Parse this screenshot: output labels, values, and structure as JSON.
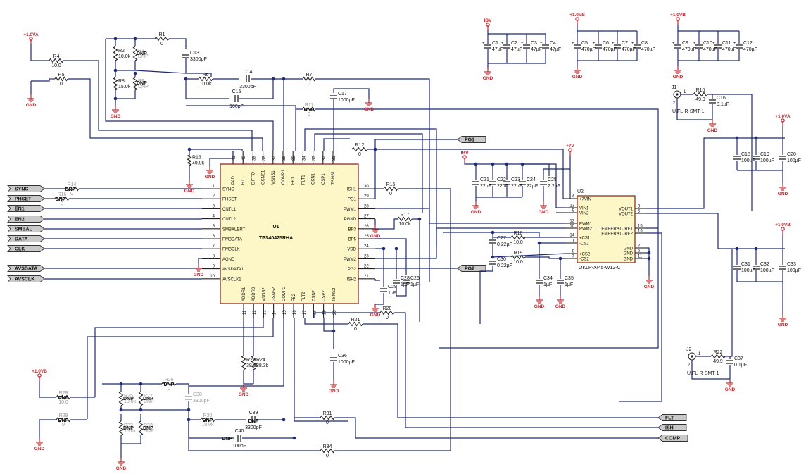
{
  "ic_u1": {
    "ref": "U1",
    "part": "TPS40425RHA",
    "left_pins": [
      {
        "num": "1",
        "name": "SYNC"
      },
      {
        "num": "2",
        "name": "PHSET"
      },
      {
        "num": "3",
        "name": "CNTL1"
      },
      {
        "num": "4",
        "name": "CNTL2"
      },
      {
        "num": "5",
        "name": "SMBALERT"
      },
      {
        "num": "6",
        "name": "PMBDATA"
      },
      {
        "num": "7",
        "name": "PMBCLK"
      },
      {
        "num": "8",
        "name": "AGND"
      },
      {
        "num": "9",
        "name": "AVSDATA1"
      },
      {
        "num": "10",
        "name": "AVSCLK1"
      }
    ],
    "top_pins": [
      {
        "num": "41",
        "name": "PAD"
      },
      {
        "num": "40",
        "name": "RT"
      },
      {
        "num": "39",
        "name": "DIFFO"
      },
      {
        "num": "38",
        "name": "GSNS1"
      },
      {
        "num": "37",
        "name": "VSNS1"
      },
      {
        "num": "36",
        "name": "COMP1"
      },
      {
        "num": "35",
        "name": "FB1"
      },
      {
        "num": "34",
        "name": "FLT1"
      },
      {
        "num": "33",
        "name": "CSN1"
      },
      {
        "num": "32",
        "name": "CSP1"
      },
      {
        "num": "31",
        "name": "TSNS1"
      }
    ],
    "right_pins": [
      {
        "num": "30",
        "name": "ISH1"
      },
      {
        "num": "29",
        "name": "PG1"
      },
      {
        "num": "28",
        "name": "PWM1"
      },
      {
        "num": "27",
        "name": "PGND"
      },
      {
        "num": "26",
        "name": "BP3"
      },
      {
        "num": "25",
        "name": "BP5"
      },
      {
        "num": "24",
        "name": "VDD"
      },
      {
        "num": "23",
        "name": "PWM2"
      },
      {
        "num": "22",
        "name": "PG2"
      },
      {
        "num": "21",
        "name": "ISH2"
      }
    ],
    "bottom_pins": [
      {
        "num": "11",
        "name": "ADDR1"
      },
      {
        "num": "12",
        "name": "ADDR0"
      },
      {
        "num": "13",
        "name": "VSNS2"
      },
      {
        "num": "14",
        "name": "GSNS2"
      },
      {
        "num": "15",
        "name": "COMP2"
      },
      {
        "num": "16",
        "name": "FB2"
      },
      {
        "num": "17",
        "name": "FLT2"
      },
      {
        "num": "18",
        "name": "CSN2"
      },
      {
        "num": "19",
        "name": "CSP2"
      },
      {
        "num": "20",
        "name": "TSNS2"
      }
    ]
  },
  "ic_u2": {
    "ref": "U2",
    "part": "OKLP-X/45-W12-C",
    "left_pins": [
      {
        "num": "4",
        "name": "+7VIN"
      },
      {
        "num": "13",
        "name": "VIN1"
      },
      {
        "num": "9",
        "name": "VIN2"
      },
      {
        "num": "12",
        "name": "PWM1"
      },
      {
        "num": "10",
        "name": "PWM2"
      },
      {
        "num": "14",
        "name": "+CS1"
      },
      {
        "num": "1",
        "name": "-CS1"
      },
      {
        "num": "8",
        "name": "+CS2"
      },
      {
        "num": "7",
        "name": "-CS2"
      }
    ],
    "right_pins": [
      {
        "num": "3",
        "name": "VOUT1"
      },
      {
        "num": "5",
        "name": "VOUT2"
      },
      {
        "num": "15",
        "name": "TEMPERATURE1"
      },
      {
        "num": "16",
        "name": "TEMPERATURE2"
      },
      {
        "num": "2",
        "name": "GND"
      },
      {
        "num": "6",
        "name": "GND"
      },
      {
        "num": "11",
        "name": "GND"
      }
    ]
  },
  "ports_left": [
    "SYNC",
    "PHSET",
    "EN1",
    "EN2",
    "SMBAL",
    "DATA",
    "CLK",
    "AVSDATA",
    "AVSCLK"
  ],
  "ports_right": [
    "PG1",
    "PG2",
    "FLT",
    "ISH",
    "COMP"
  ],
  "rails": {
    "v10va_1": "+1.0VA",
    "v10va_2": "+1.0VA",
    "v10vb_1": "+1.0VB",
    "v10vb_2": "+1.0VB",
    "v10vb_3": "+1.0VB",
    "ibv_1": "IBV",
    "ibv_2": "IBV",
    "v7_1": "+7V"
  },
  "gnd_label": "GND",
  "dnp": "DNP",
  "parts": {
    "R1": {
      "ref": "R1",
      "val": "0"
    },
    "R2": {
      "ref": "R2",
      "val": "10.0k"
    },
    "R3": {
      "ref": "R3",
      "val": "DNP"
    },
    "R4": {
      "ref": "R4",
      "val": "10.0"
    },
    "R5": {
      "ref": "R5",
      "val": "0"
    },
    "R6": {
      "ref": "R6",
      "val": "10.0k"
    },
    "R7": {
      "ref": "R7",
      "val": "0"
    },
    "R8": {
      "ref": "R8",
      "val": "15.0k"
    },
    "R9": {
      "ref": "R9",
      "val": "DNP"
    },
    "R10": {
      "ref": "R10",
      "val": "49.9"
    },
    "R11": {
      "ref": "R11",
      "val": "0"
    },
    "R12": {
      "ref": "R12",
      "val": "0"
    },
    "R13": {
      "ref": "R13",
      "val": "49.9k"
    },
    "R14": {
      "ref": "R14",
      "val": "0"
    },
    "R15": {
      "ref": "R15",
      "val": "0"
    },
    "R16": {
      "ref": "R16",
      "val": "0"
    },
    "R17": {
      "ref": "R17",
      "val": "10.0k"
    },
    "R18": {
      "ref": "R18",
      "val": "10.0"
    },
    "R19": {
      "ref": "R19",
      "val": "10.0"
    },
    "R20": {
      "ref": "R20",
      "val": "0"
    },
    "R21": {
      "ref": "R21",
      "val": "0"
    },
    "R22": {
      "ref": "R22",
      "val": "49.9"
    },
    "R23": {
      "ref": "R23",
      "val": "38.3k"
    },
    "R24": {
      "ref": "R24",
      "val": "38.3k"
    },
    "R25": {
      "ref": "R25",
      "val": "10.0k"
    },
    "R26": {
      "ref": "R26",
      "val": "0"
    },
    "R27": {
      "ref": "R27",
      "val": "DNP"
    },
    "R28": {
      "ref": "R28",
      "val": "10.0"
    },
    "R29": {
      "ref": "R29",
      "val": "0"
    },
    "R30": {
      "ref": "R30",
      "val": "10.0k"
    },
    "R31": {
      "ref": "R31",
      "val": "0"
    },
    "R32": {
      "ref": "R32",
      "val": "15.0k"
    },
    "R33": {
      "ref": "R33",
      "val": "DNP"
    },
    "R34": {
      "ref": "R34",
      "val": "0"
    },
    "C1": {
      "ref": "C1",
      "val": "47µF"
    },
    "C2": {
      "ref": "C2",
      "val": "47µF"
    },
    "C3": {
      "ref": "C3",
      "val": "47µF"
    },
    "C4": {
      "ref": "C4",
      "val": "47µF"
    },
    "C5": {
      "ref": "C5",
      "val": "470µF"
    },
    "C6": {
      "ref": "C6",
      "val": "470µF"
    },
    "C7": {
      "ref": "C7",
      "val": "470µF"
    },
    "C8": {
      "ref": "C8",
      "val": "470µF"
    },
    "C9": {
      "ref": "C9",
      "val": "470µF"
    },
    "C10": {
      "ref": "C10",
      "val": "470µF"
    },
    "C11": {
      "ref": "C11",
      "val": "470µF"
    },
    "C12": {
      "ref": "C12",
      "val": "470µF"
    },
    "C13": {
      "ref": "C13",
      "val": "3300pF"
    },
    "C14": {
      "ref": "C14",
      "val": "3300pF"
    },
    "C15": {
      "ref": "C15",
      "val": "100pF"
    },
    "C16": {
      "ref": "C16",
      "val": "0.1µF"
    },
    "C17": {
      "ref": "C17",
      "val": "1000pF"
    },
    "C18": {
      "ref": "C18",
      "val": "100µF"
    },
    "C19": {
      "ref": "C19",
      "val": "100µF"
    },
    "C20": {
      "ref": "C20",
      "val": "100µF"
    },
    "C21": {
      "ref": "C21",
      "val": "22µF"
    },
    "C22": {
      "ref": "C22",
      "val": "22µF"
    },
    "C23": {
      "ref": "C23",
      "val": "22µF"
    },
    "C24": {
      "ref": "C24",
      "val": "22µF"
    },
    "C25": {
      "ref": "C25",
      "val": "2.2µF"
    },
    "C26": {
      "ref": "C26",
      "val": "1µF"
    },
    "C27": {
      "ref": "C27",
      "val": "0.22µF"
    },
    "C28": {
      "ref": "C28",
      "val": "1µF"
    },
    "C29": {
      "ref": "C29",
      "val": "1µF"
    },
    "C30": {
      "ref": "C30",
      "val": "0.22µF"
    },
    "C31": {
      "ref": "C31",
      "val": "100µF"
    },
    "C32": {
      "ref": "C32",
      "val": "100µF"
    },
    "C33": {
      "ref": "C33",
      "val": "100µF"
    },
    "C34": {
      "ref": "C34",
      "val": "1µF"
    },
    "C35": {
      "ref": "C35",
      "val": "1µF"
    },
    "C36": {
      "ref": "C36",
      "val": "1000pF"
    },
    "C37": {
      "ref": "C37",
      "val": "0.1µF"
    },
    "C38": {
      "ref": "C38",
      "val": "3300pF"
    },
    "C39": {
      "ref": "C39",
      "val": "3300pF"
    },
    "C40": {
      "ref": "C40",
      "val": "100pF"
    }
  },
  "connectors": {
    "J1": {
      "ref": "J1",
      "part": "U.FL-R-SMT-1",
      "p1": "1",
      "p2": "2"
    },
    "J2": {
      "ref": "J2",
      "part": "U.FL-R-SMT-1",
      "p1": "1",
      "p2": "2"
    }
  }
}
